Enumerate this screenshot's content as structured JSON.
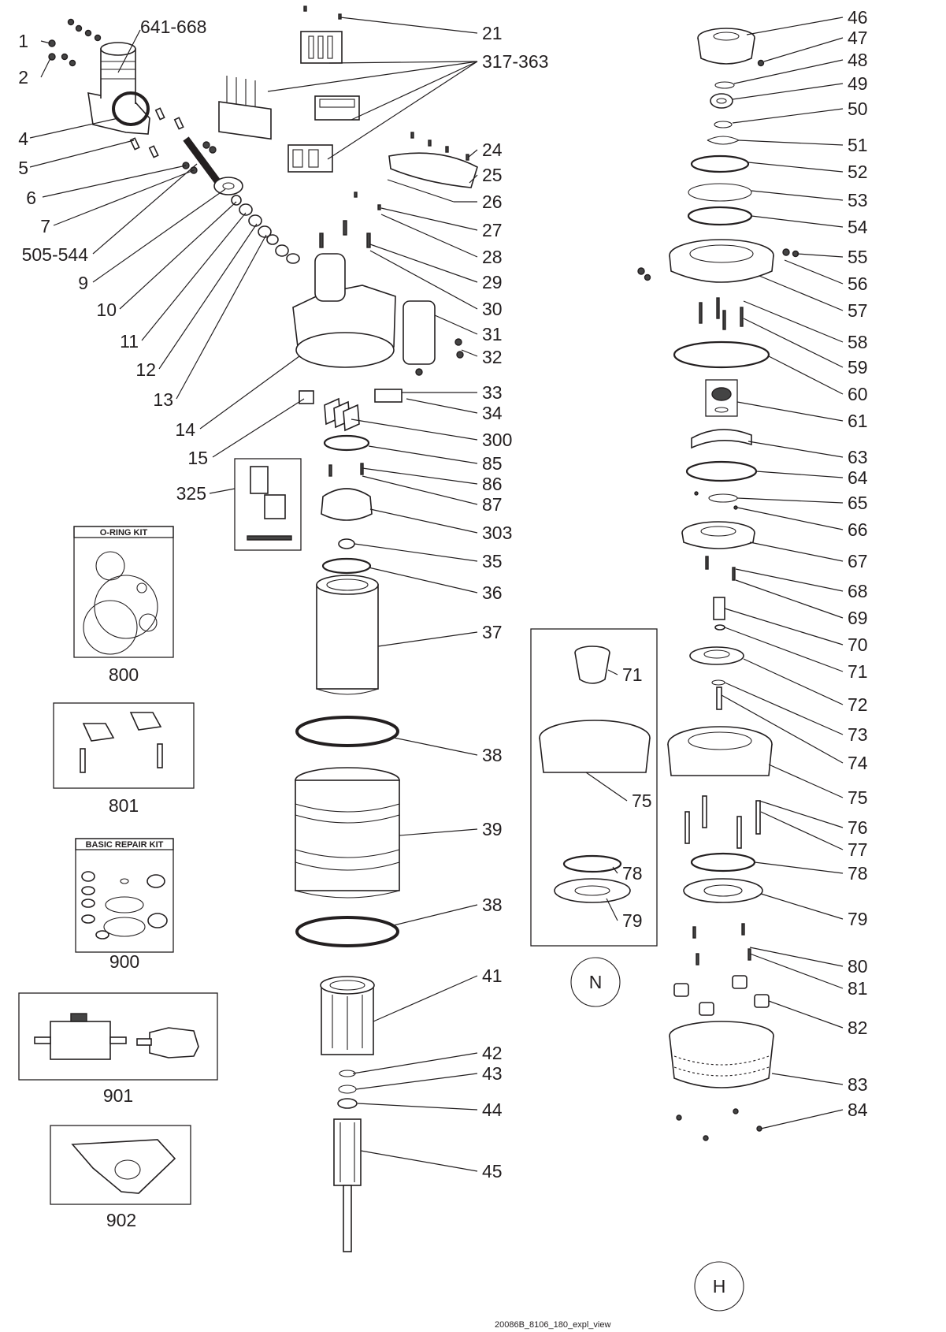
{
  "drawing_ref": "20086B_8106_180_expl_view",
  "variants": {
    "n": "N",
    "h": "H"
  },
  "kits": {
    "oring": {
      "number": "800",
      "title": "O-RING KIT"
    },
    "fasteners": {
      "number": "801"
    },
    "repair": {
      "number": "900",
      "title": "BASIC REPAIR KIT"
    },
    "starter": {
      "number": "901"
    },
    "bracket": {
      "number": "902"
    },
    "electrical": {
      "number": "325"
    }
  },
  "callouts": [
    "1",
    "2",
    "641-668",
    "4",
    "5",
    "6",
    "7",
    "505-544",
    "9",
    "10",
    "11",
    "12",
    "13",
    "14",
    "15",
    "21",
    "317-363",
    "24",
    "25",
    "26",
    "27",
    "28",
    "29",
    "30",
    "31",
    "32",
    "33",
    "34",
    "300",
    "85",
    "86",
    "87",
    "303",
    "35",
    "36",
    "37",
    "38",
    "39",
    "38",
    "41",
    "42",
    "43",
    "44",
    "45",
    "71",
    "75",
    "78",
    "79",
    "46",
    "47",
    "48",
    "49",
    "50",
    "51",
    "52",
    "53",
    "54",
    "55",
    "56",
    "57",
    "58",
    "59",
    "60",
    "61",
    "63",
    "64",
    "65",
    "66",
    "67",
    "68",
    "69",
    "70",
    "71",
    "72",
    "73",
    "74",
    "75",
    "76",
    "77",
    "78",
    "79",
    "80",
    "81",
    "82",
    "83",
    "84"
  ]
}
